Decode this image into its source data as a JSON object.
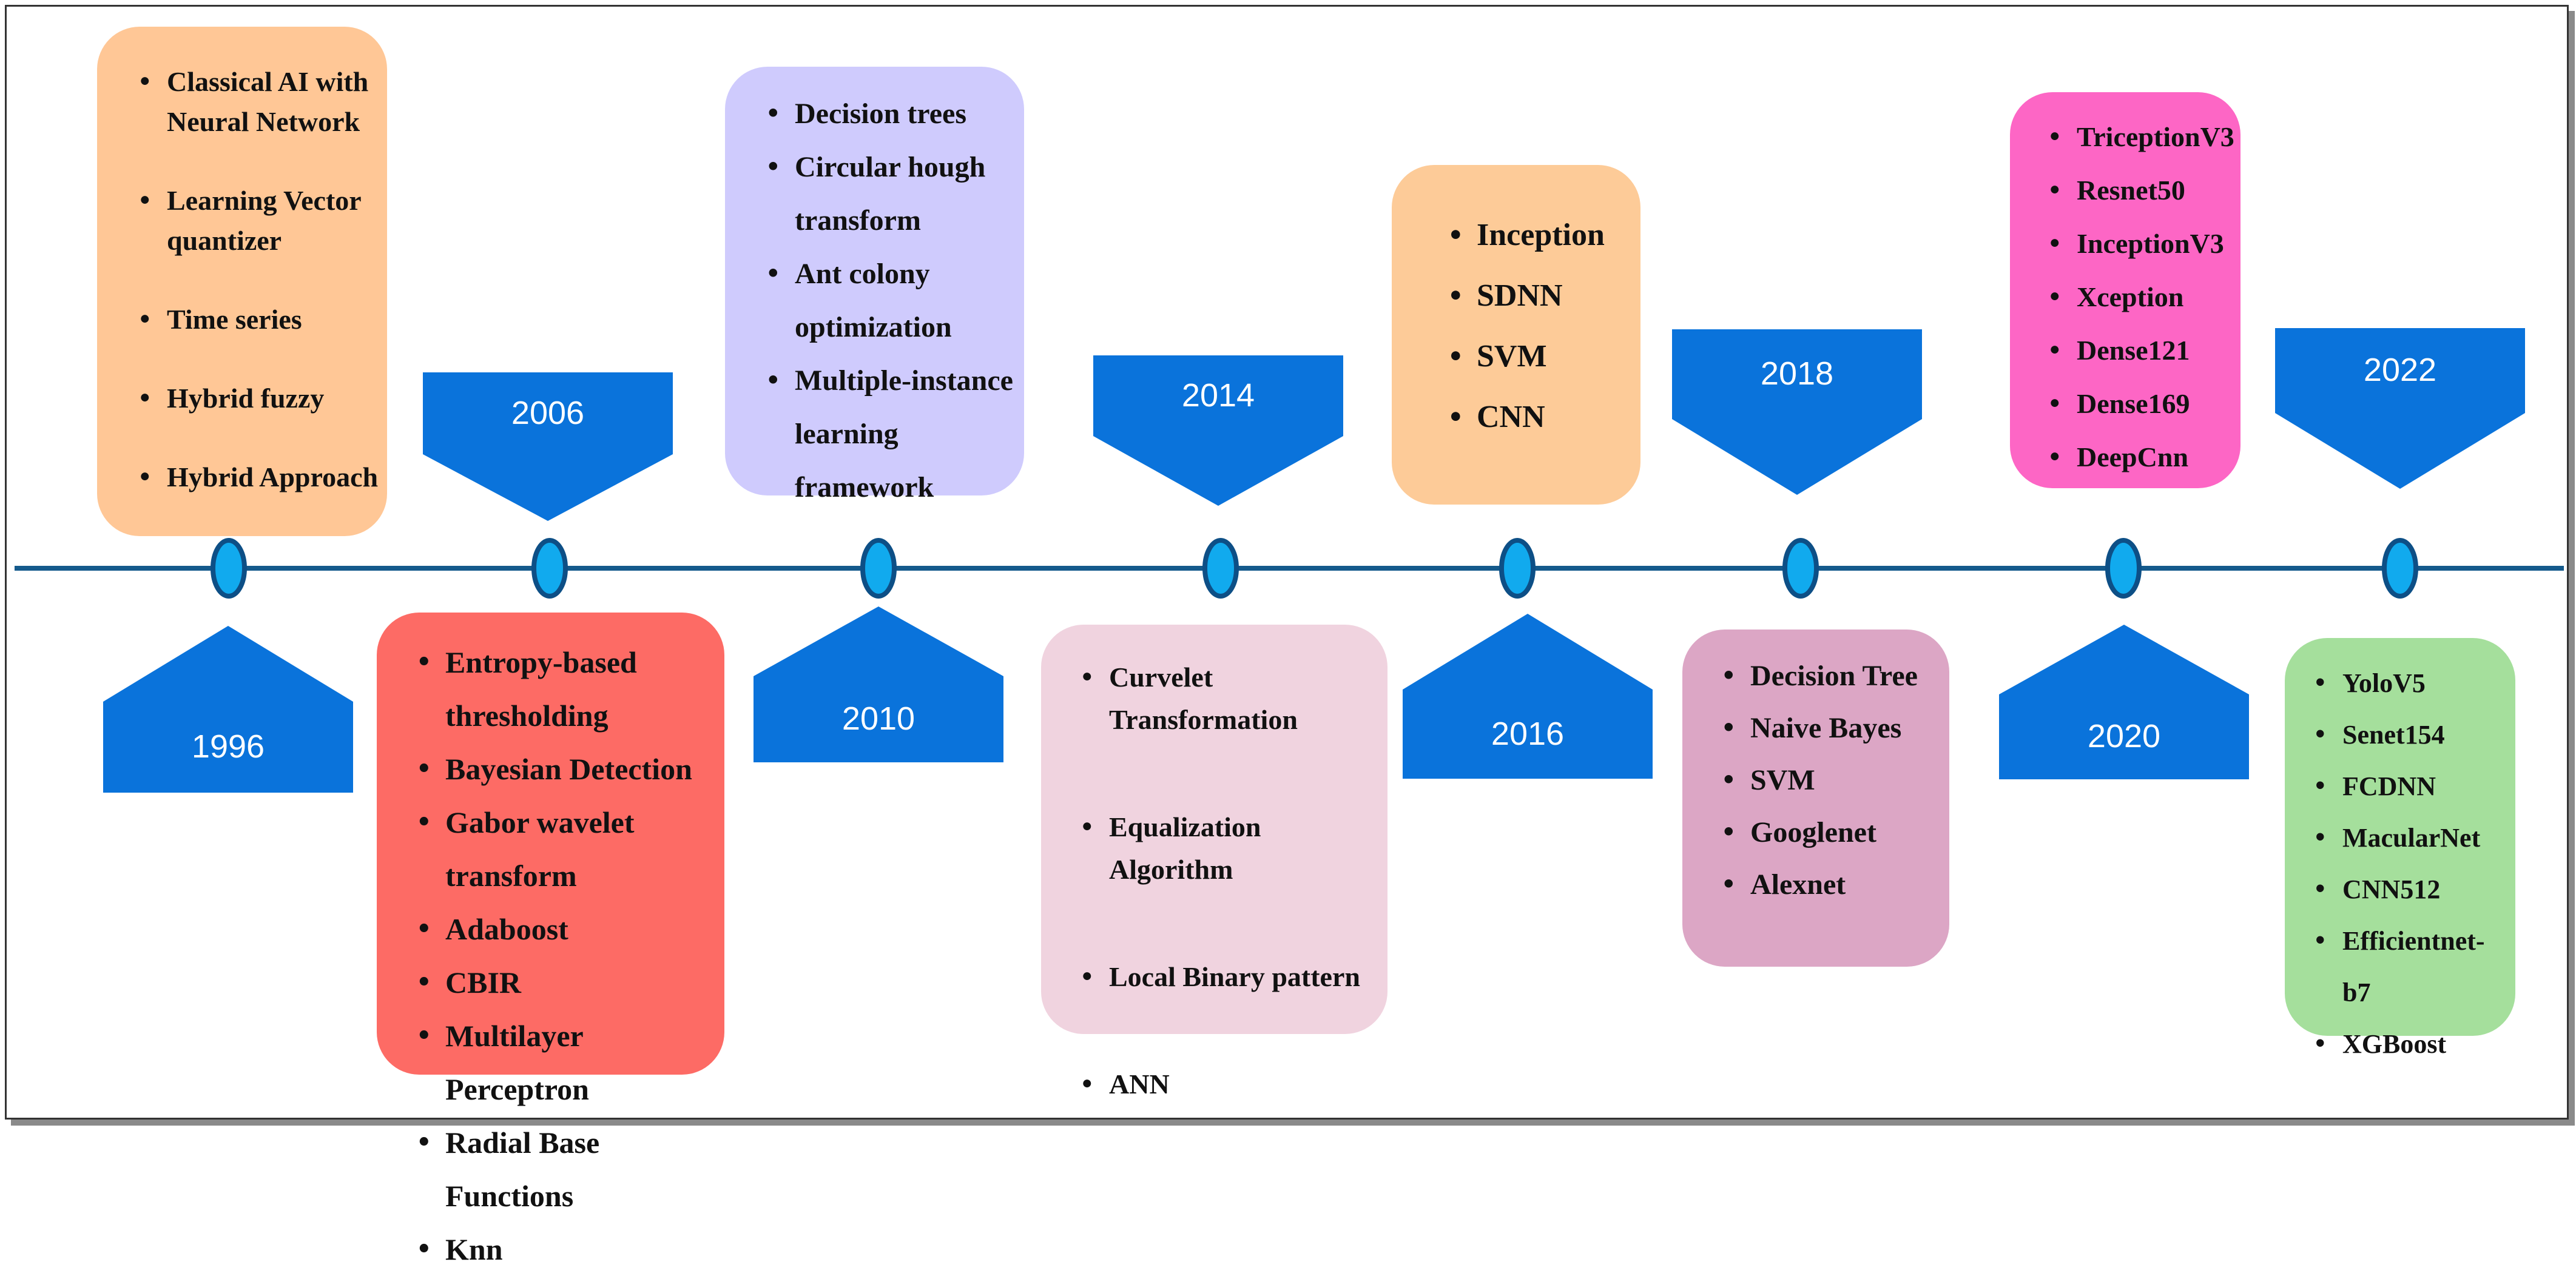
{
  "colors": {
    "line": "#145a8c",
    "marker_fill": "#11aaee",
    "marker_stroke": "#0d4f86",
    "year_shape": "#0a73db"
  },
  "years": [
    {
      "label": "1996",
      "side": "below"
    },
    {
      "label": "2006",
      "side": "above"
    },
    {
      "label": "2010",
      "side": "below"
    },
    {
      "label": "2014",
      "side": "above"
    },
    {
      "label": "2016",
      "side": "below"
    },
    {
      "label": "2018",
      "side": "above"
    },
    {
      "label": "2020",
      "side": "below"
    },
    {
      "label": "2022",
      "side": "above"
    }
  ],
  "boxes": [
    {
      "name": "box-1996-methods",
      "color": "#ffc796",
      "items": [
        "Classical AI with Neural Network",
        "Learning Vector quantizer",
        "Time series",
        "Hybrid fuzzy",
        "Hybrid Approach"
      ]
    },
    {
      "name": "box-2006-methods",
      "color": "#fd6b65",
      "items": [
        "Entropy-based thresholding",
        "Bayesian Detection",
        "Gabor wavelet transform",
        "Adaboost",
        "CBIR",
        "Multilayer Perceptron",
        "Radial Base Functions",
        "Knn"
      ]
    },
    {
      "name": "box-2010-methods",
      "color": "#cfcbfd",
      "items": [
        "Decision trees",
        "Circular hough transform",
        "Ant colony optimization",
        "Multiple-instance learning framework"
      ]
    },
    {
      "name": "box-2014-methods",
      "color": "#f0d3df",
      "items": [
        "Curvelet Transformation",
        "Equalization Algorithm",
        "Local Binary pattern",
        "ANN"
      ]
    },
    {
      "name": "box-2016-methods",
      "color": "#fdcb98",
      "items": [
        "Inception",
        "SDNN",
        "SVM",
        "CNN"
      ]
    },
    {
      "name": "box-2018-methods",
      "color": "#dca6c5",
      "items": [
        "Decision Tree",
        "Naive Bayes",
        "SVM",
        "Googlenet",
        "Alexnet"
      ]
    },
    {
      "name": "box-2020-methods",
      "color": "#fd66c5",
      "items": [
        "TriceptionV3",
        "Resnet50",
        "InceptionV3",
        "Xception",
        "Dense121",
        "Dense169",
        "DeepCnn"
      ]
    },
    {
      "name": "box-2022-methods",
      "color": "#a5df9c",
      "items": [
        "YoloV5",
        "Senet154",
        "FCDNN",
        "MacularNet",
        "CNN512",
        "Efficientnet-b7",
        "XGBoost"
      ]
    }
  ]
}
